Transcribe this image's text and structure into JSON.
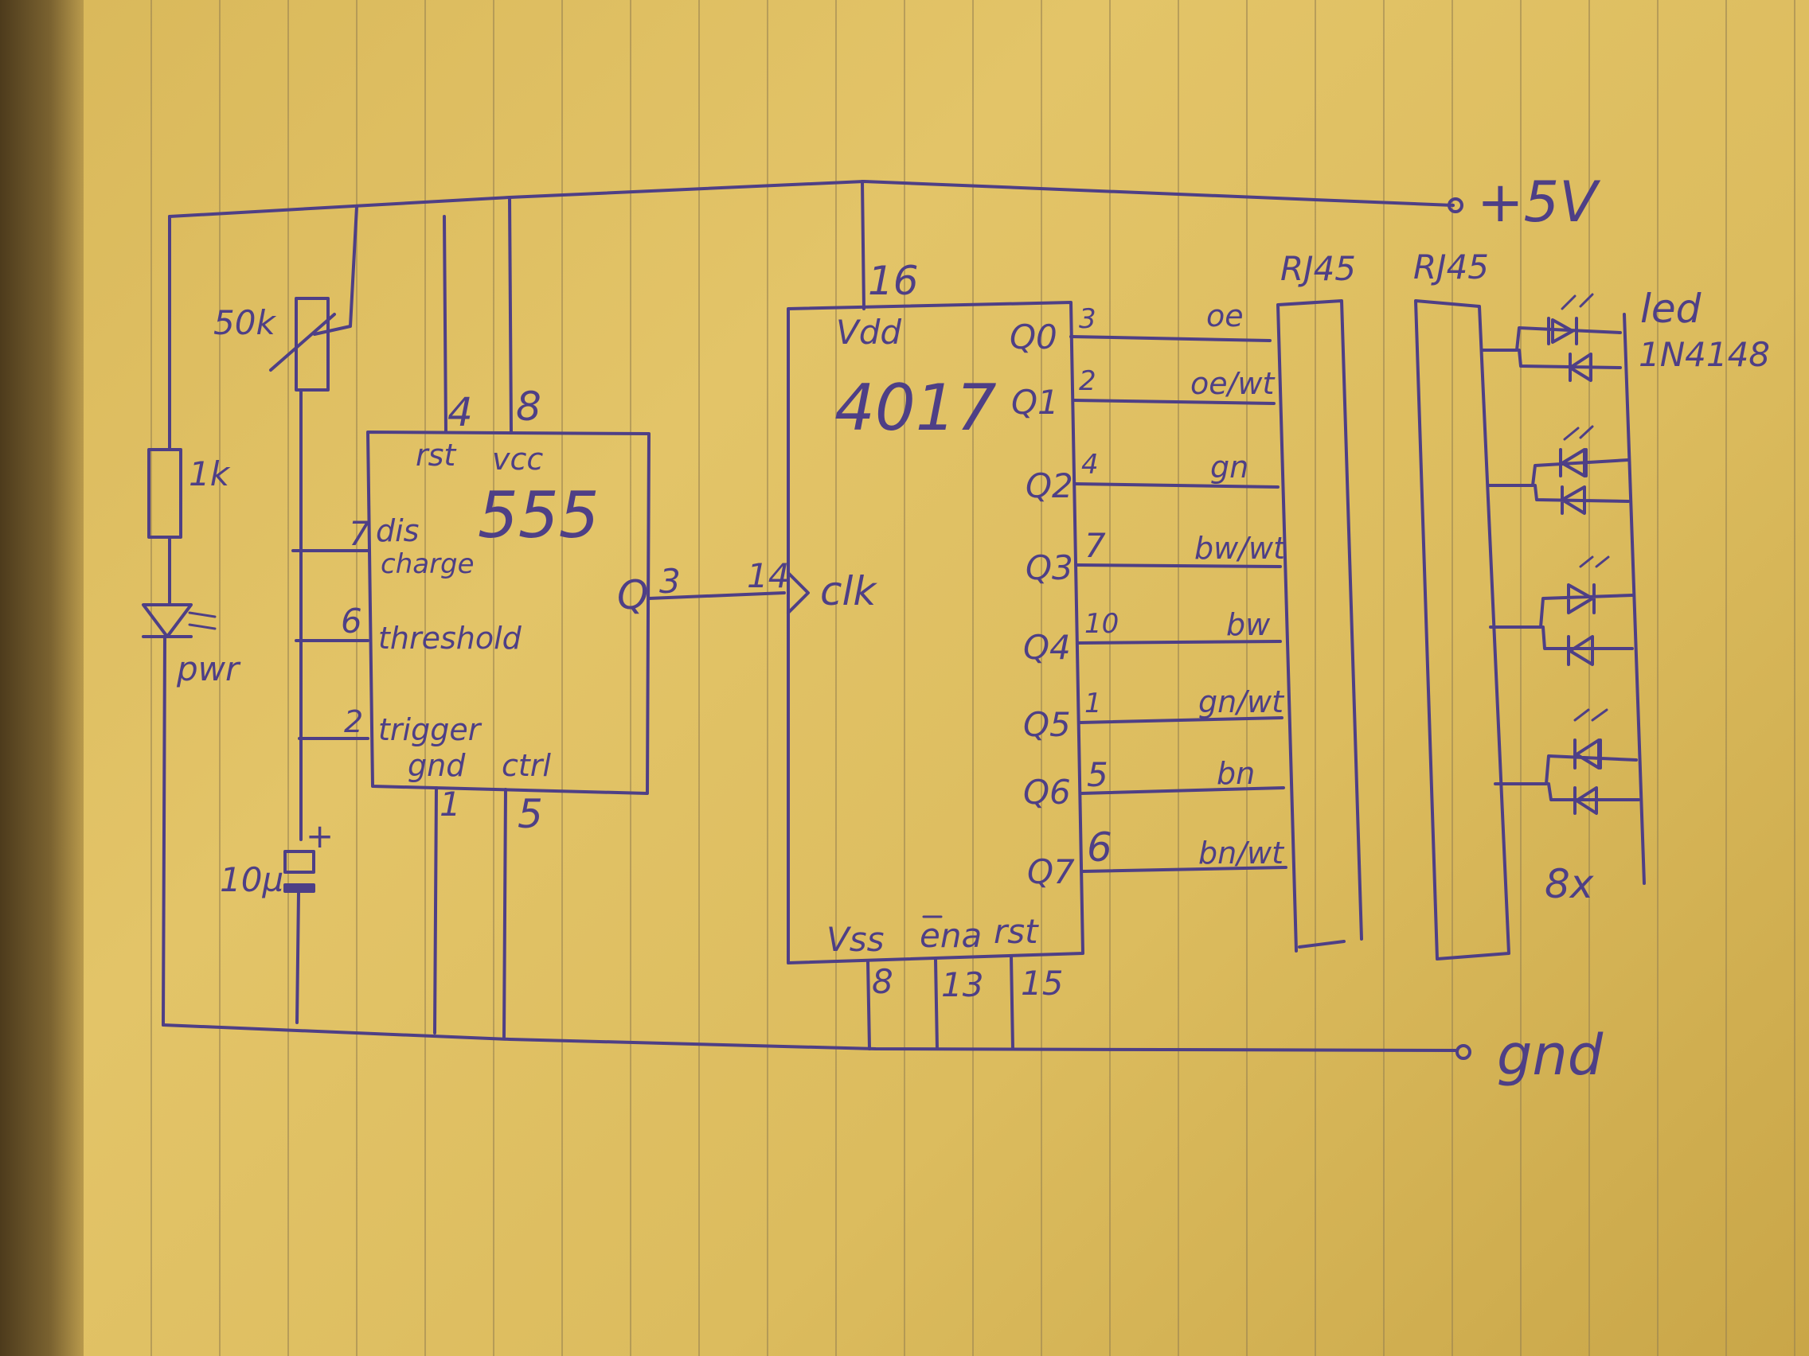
{
  "supply": {
    "vplus": "+5V",
    "gnd": "gnd"
  },
  "left": {
    "pot": "50k",
    "resistor": "1k",
    "led": "pwr",
    "cap": "10µ",
    "cap_plus": "+"
  },
  "timer": {
    "name": "555",
    "pin_rst_num": "4",
    "pin_vcc_num": "8",
    "rst": "rst",
    "vcc": "vcc",
    "dis": "dis",
    "charge": "charge",
    "dis_num": "7",
    "threshold": "threshold",
    "threshold_num": "6",
    "trigger": "trigger",
    "trigger_num": "2",
    "gnd": "gnd",
    "ctrl": "ctrl",
    "gnd_num": "1",
    "ctrl_num": "5",
    "q": "Q",
    "q_num": "3"
  },
  "counter": {
    "name": "4017",
    "vdd": "Vdd",
    "vdd_num": "16",
    "clk": "clk",
    "clk_num": "14",
    "vss": "Vss",
    "ena": "ena",
    "rst": "rst",
    "vss_num": "8",
    "ena_num": "13",
    "rst_num": "15",
    "outputs": [
      {
        "label": "Q0",
        "pin": "3",
        "wire": "oe"
      },
      {
        "label": "Q1",
        "pin": "2",
        "wire": "oe/wt"
      },
      {
        "label": "Q2",
        "pin": "4",
        "wire": "gn"
      },
      {
        "label": "Q3",
        "pin": "7",
        "wire": "bw/wt"
      },
      {
        "label": "Q4",
        "pin": "10",
        "wire": "bw"
      },
      {
        "label": "Q5",
        "pin": "1",
        "wire": "gn/wt"
      },
      {
        "label": "Q6",
        "pin": "5",
        "wire": "bn"
      },
      {
        "label": "Q7",
        "pin": "6",
        "wire": "bn/wt"
      }
    ]
  },
  "connectors": {
    "left": "RJ45",
    "right": "RJ45"
  },
  "leds": {
    "led": "led",
    "diode": "1N4148",
    "count": "8x"
  },
  "colors": {
    "ink": "#4e3f86",
    "paper": "#e0c062"
  }
}
